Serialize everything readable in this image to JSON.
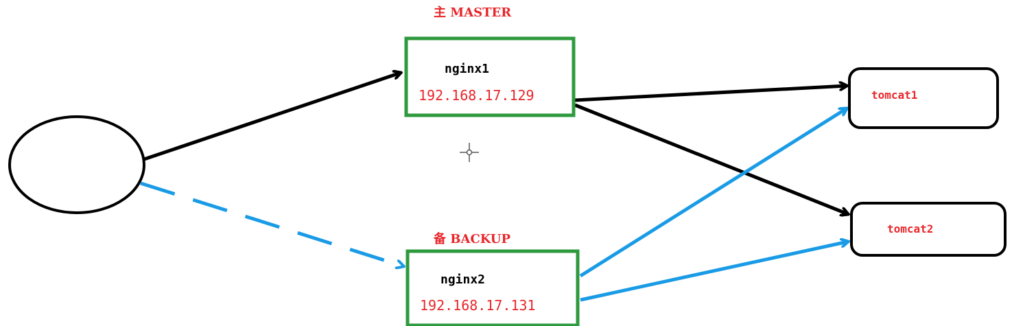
{
  "colors": {
    "box_border": "#2e9a3e",
    "red_text": "#e8262a",
    "black": "#000000",
    "blue": "#1a9be6"
  },
  "master": {
    "role": "主 MASTER",
    "name": "nginx1",
    "ip": "192.168.17.129"
  },
  "backup": {
    "role": "备 BACKUP",
    "name": "nginx2",
    "ip": "192.168.17.131"
  },
  "tomcat1": {
    "name": "tomcat1"
  },
  "tomcat2": {
    "name": "tomcat2"
  },
  "cursor_icon": "crosshair-cursor-icon"
}
